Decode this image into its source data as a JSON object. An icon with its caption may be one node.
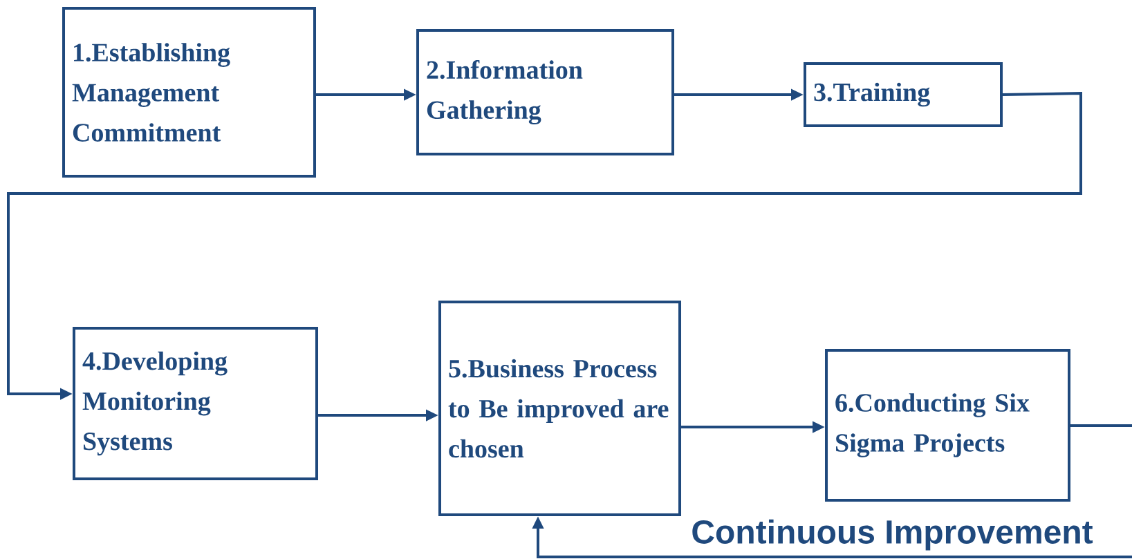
{
  "diagram": {
    "nodes": [
      {
        "text": [
          "1.Establishing Management Commitment"
        ]
      },
      {
        "text": [
          "2.Information Gathering"
        ]
      },
      {
        "text": [
          "3.Training"
        ]
      },
      {
        "text": [
          "4.Developing Monitoring Systems"
        ]
      },
      {
        "text": [
          "5.Business Process to Be improved are chosen"
        ]
      },
      {
        "text": [
          "6.Conducting Six Sigma Projects"
        ]
      }
    ],
    "edges": [
      {
        "from": 0,
        "to": 1,
        "arrow": "to"
      },
      {
        "from": 1,
        "to": 2,
        "arrow": "to"
      },
      {
        "from": 2,
        "to": 3,
        "arrow": "to"
      },
      {
        "from": 3,
        "to": 4,
        "arrow": "to"
      },
      {
        "from": 4,
        "to": 5,
        "arrow": "to"
      },
      {
        "from": 5,
        "to": 4,
        "arrow": "to",
        "label": "Continuous Improvement"
      }
    ]
  }
}
